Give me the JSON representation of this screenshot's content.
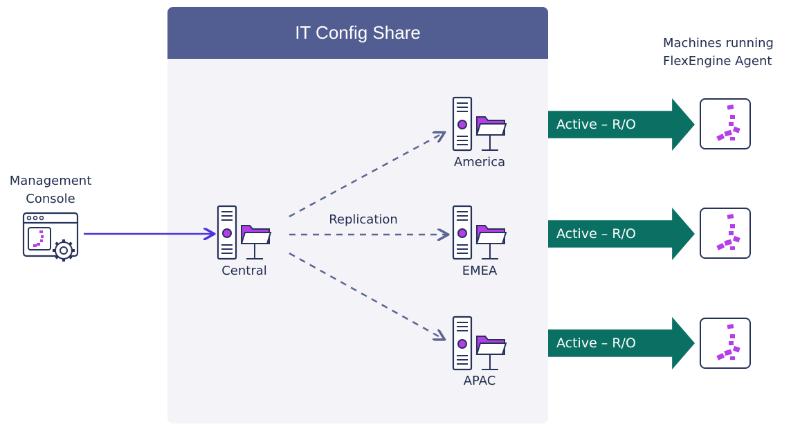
{
  "panel": {
    "title": "IT Config Share"
  },
  "console": {
    "label_line1": "Management",
    "label_line2": "Console",
    "icon": "console-window-gear-icon"
  },
  "agents": {
    "title_line1": "Machines running",
    "title_line2": "FlexEngine Agent",
    "icon": "flexengine-agent-icon"
  },
  "replication_label": "Replication",
  "servers": [
    {
      "id": "central",
      "label": "Central",
      "icon": "server-folder-icon"
    },
    {
      "id": "america",
      "label": "America",
      "icon": "server-folder-icon"
    },
    {
      "id": "emea",
      "label": "EMEA",
      "icon": "server-folder-icon"
    },
    {
      "id": "apac",
      "label": "APAC",
      "icon": "server-folder-icon"
    }
  ],
  "arrows": [
    {
      "label": "Active – R/O"
    },
    {
      "label": "Active – R/O"
    },
    {
      "label": "Active – R/O"
    }
  ],
  "colors": {
    "header": "#525e92",
    "panel_bg": "#f4f4f8",
    "accent_teal": "#0a7064",
    "accent_purple": "#b53ee8",
    "line_dark": "#27325a",
    "dashed": "#5a6591",
    "console_arrow": "#4a33e0"
  }
}
